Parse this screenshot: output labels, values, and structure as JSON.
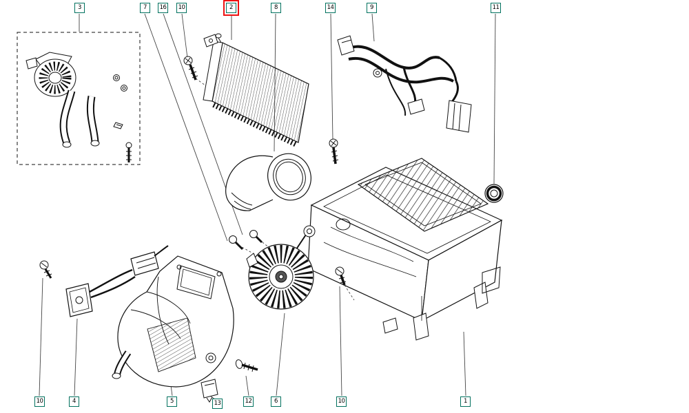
{
  "colors": {
    "callout_border": "#00715e",
    "highlight_border": "#ee1111",
    "diagram_line": "#111111",
    "background": "#ffffff"
  },
  "callouts": {
    "top": [
      {
        "label": "3"
      },
      {
        "label": "7"
      },
      {
        "label": "16"
      },
      {
        "label": "10"
      },
      {
        "label": "2",
        "highlighted": true
      },
      {
        "label": "8"
      },
      {
        "label": "14"
      },
      {
        "label": "9"
      },
      {
        "label": "11"
      }
    ],
    "bottom": [
      {
        "label": "10"
      },
      {
        "label": "4"
      },
      {
        "label": "5"
      },
      {
        "label": "13"
      },
      {
        "label": "12"
      },
      {
        "label": "6"
      },
      {
        "label": "10"
      },
      {
        "label": "1"
      }
    ]
  }
}
